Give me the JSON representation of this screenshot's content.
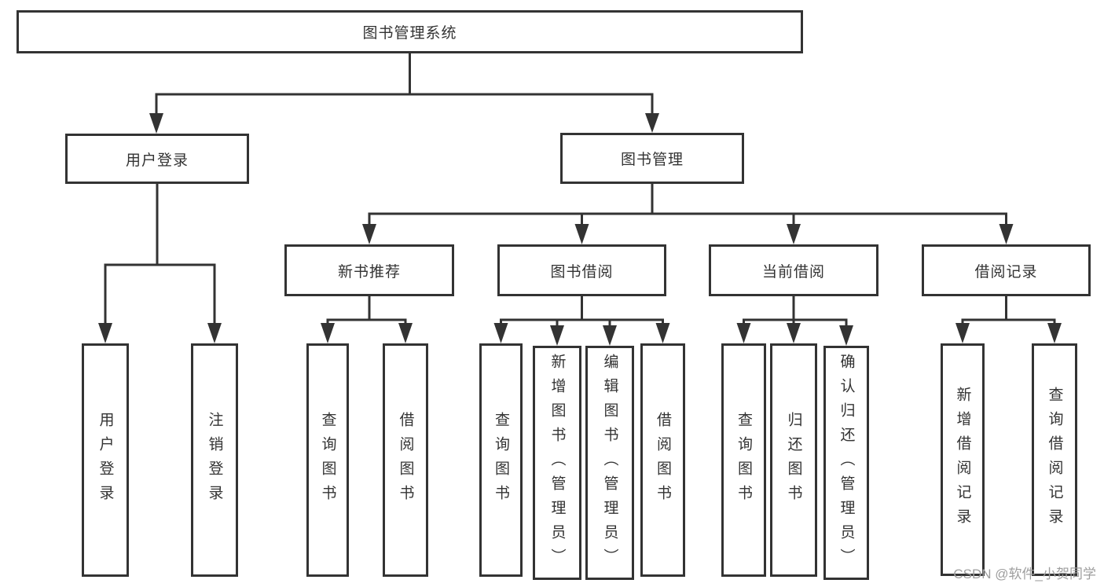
{
  "tree": {
    "root": {
      "label": "图书管理系统"
    },
    "level2": [
      {
        "label": "用户登录",
        "children": [
          {
            "label": "用户登录"
          },
          {
            "label": "注销登录"
          }
        ]
      },
      {
        "label": "图书管理",
        "children": [
          {
            "label": "新书推荐",
            "children": [
              {
                "label": "查询图书"
              },
              {
                "label": "借阅图书"
              }
            ]
          },
          {
            "label": "图书借阅",
            "children": [
              {
                "label": "查询图书"
              },
              {
                "label": "新增图书（管理员）"
              },
              {
                "label": "编辑图书（管理员）"
              },
              {
                "label": "借阅图书"
              }
            ]
          },
          {
            "label": "当前借阅",
            "children": [
              {
                "label": "查询图书"
              },
              {
                "label": "归还图书"
              },
              {
                "label": "确认归还（管理员）"
              }
            ]
          },
          {
            "label": "借阅记录",
            "children": [
              {
                "label": "新增借阅记录"
              },
              {
                "label": "查询借阅记录"
              }
            ]
          }
        ]
      }
    ]
  },
  "watermark": {
    "text": "CSDN @软件_小贺同学"
  },
  "colors": {
    "line": "#333333",
    "text": "#333333",
    "background": "#ffffff",
    "watermark": "#9e9e9e"
  }
}
